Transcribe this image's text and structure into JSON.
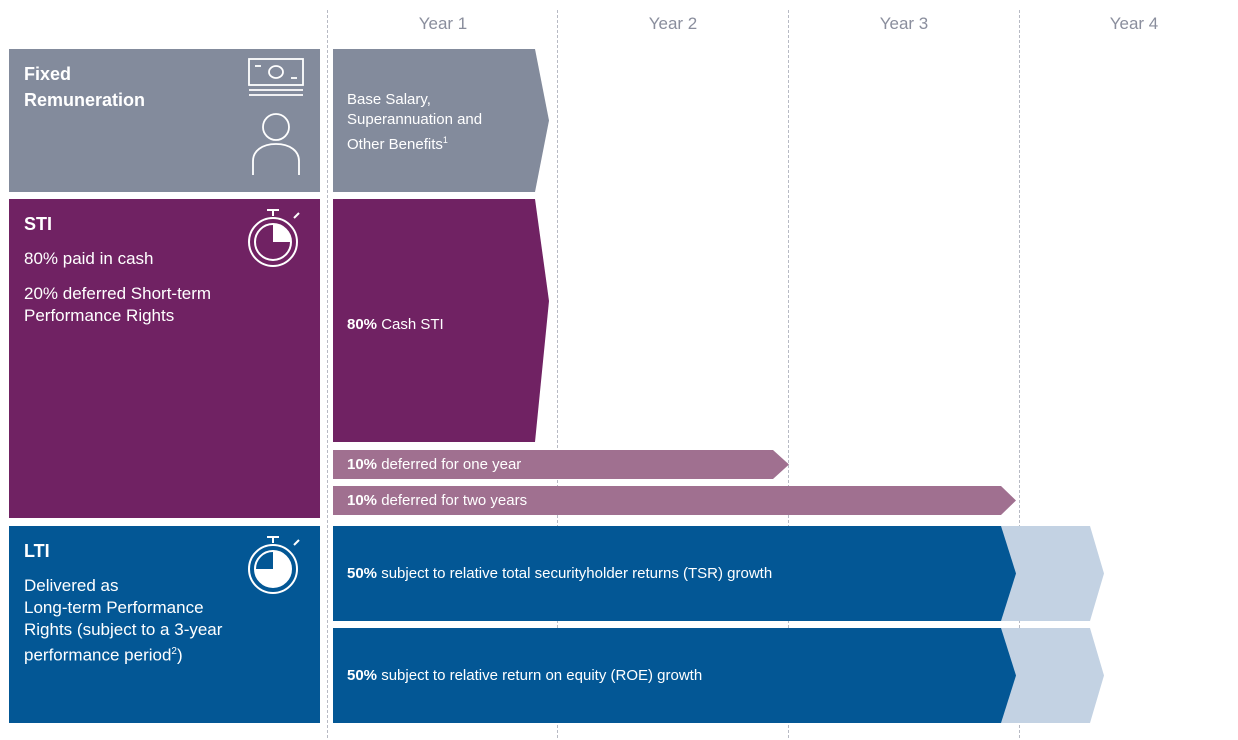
{
  "years": [
    "Year 1",
    "Year 2",
    "Year 3",
    "Year 4"
  ],
  "fixed": {
    "title_line1": "Fixed",
    "title_line2": "Remuneration",
    "bar_line1": "Base Salary,",
    "bar_line2": "Superannuation and",
    "bar_line3": "Other Benefits",
    "bar_footnote": "1",
    "color": "#838b9c"
  },
  "sti": {
    "title": "STI",
    "line1": "80% paid in cash",
    "line2": "20% deferred Short-term",
    "line3": "Performance Rights",
    "cash_pct": "80%",
    "cash_label": "Cash STI",
    "def1_pct": "10%",
    "def1_label": "deferred for one year",
    "def2_pct": "10%",
    "def2_label": "deferred for two years",
    "color": "#702263",
    "deferred_color": "#a07090"
  },
  "lti": {
    "title": "LTI",
    "line1": "Delivered as",
    "line2": "Long-term Performance",
    "line3_bold": "Rights",
    "line3_rest": " (subject to a 3-year",
    "line4": "performance period",
    "line4_footnote": "2",
    "line4_end": ")",
    "tsr_pct": "50%",
    "tsr_label": "subject to relative total securityholder returns (TSR) growth",
    "roe_pct": "50%",
    "roe_label": "subject to relative return on equity (ROE) growth",
    "color": "#035795",
    "light_color": "#c3d2e3"
  },
  "icons": {
    "fixed": [
      "banknote-icon",
      "person-icon"
    ],
    "sti": "stopwatch-icon",
    "lti": "stopwatch-icon"
  }
}
